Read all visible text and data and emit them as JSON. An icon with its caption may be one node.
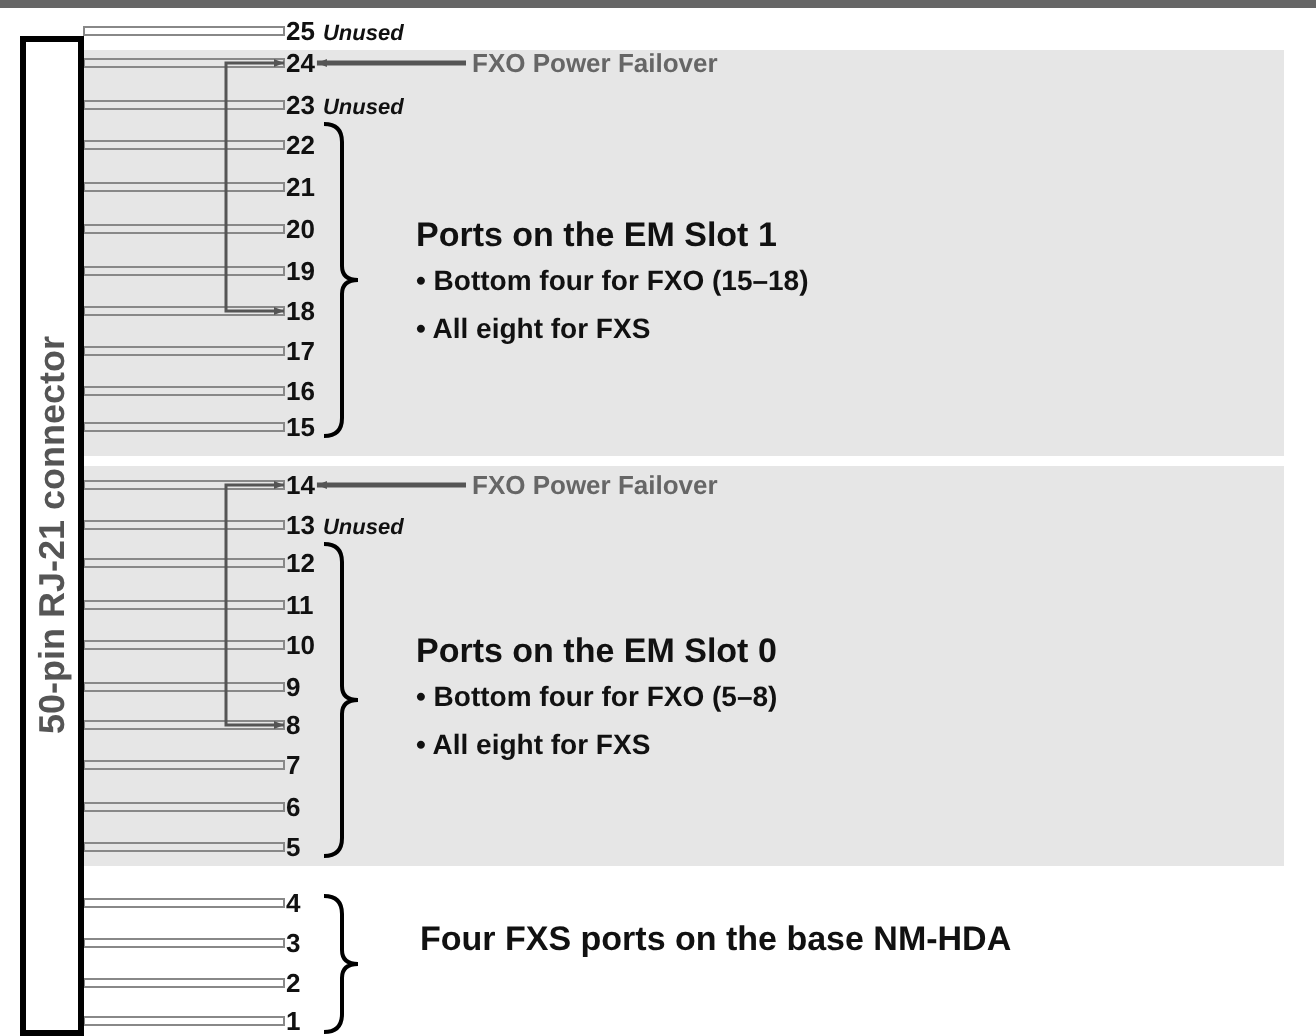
{
  "diagram": {
    "nodes": [
      {
        "text": [
          "50-pin RJ-21 connector"
        ]
      },
      {
        "text": [
          "25"
        ],
        "beside": [
          "Unused"
        ]
      },
      {
        "text": [
          "Ports on the EM Slot 1",
          "• Bottom four for FXO (15–18)",
          "• All eight for FXS"
        ]
      },
      {
        "text": [
          "24"
        ],
        "in": 2
      },
      {
        "text": [
          "FXO Power Failover"
        ],
        "in": 2
      },
      {
        "text": [
          "23"
        ],
        "beside": [
          "Unused"
        ],
        "in": 2
      },
      {
        "text": [
          "22"
        ],
        "in": 2
      },
      {
        "text": [
          "21"
        ],
        "in": 2
      },
      {
        "text": [
          "20"
        ],
        "in": 2
      },
      {
        "text": [
          "19"
        ],
        "in": 2
      },
      {
        "text": [
          "18"
        ],
        "in": 2
      },
      {
        "text": [
          "17"
        ],
        "in": 2
      },
      {
        "text": [
          "16"
        ],
        "in": 2
      },
      {
        "text": [
          "15"
        ],
        "in": 2
      },
      {
        "text": [
          "Ports on the EM Slot 0",
          "• Bottom four for FXO (5–8)",
          "• All eight for FXS"
        ]
      },
      {
        "text": [
          "14"
        ],
        "in": 14
      },
      {
        "text": [
          "FXO Power Failover"
        ],
        "in": 14
      },
      {
        "text": [
          "13"
        ],
        "beside": [
          "Unused"
        ],
        "in": 14
      },
      {
        "text": [
          "12"
        ],
        "in": 14
      },
      {
        "text": [
          "11"
        ],
        "in": 14
      },
      {
        "text": [
          "10"
        ],
        "in": 14
      },
      {
        "text": [
          "9"
        ],
        "in": 14
      },
      {
        "text": [
          "8"
        ],
        "in": 14
      },
      {
        "text": [
          "7"
        ],
        "in": 14
      },
      {
        "text": [
          "6"
        ],
        "in": 14
      },
      {
        "text": [
          "5"
        ],
        "in": 14
      },
      {
        "text": [
          "4"
        ]
      },
      {
        "text": [
          "3"
        ]
      },
      {
        "text": [
          "2"
        ]
      },
      {
        "text": [
          "1"
        ]
      }
    ],
    "edges": [
      {
        "from": 0,
        "to": 1,
        "arrow": "none"
      },
      {
        "from": 0,
        "to": 3,
        "arrow": "none"
      },
      {
        "from": 0,
        "to": 5,
        "arrow": "none"
      },
      {
        "from": 0,
        "to": 6,
        "arrow": "none"
      },
      {
        "from": 0,
        "to": 7,
        "arrow": "none"
      },
      {
        "from": 0,
        "to": 8,
        "arrow": "none"
      },
      {
        "from": 0,
        "to": 9,
        "arrow": "none"
      },
      {
        "from": 0,
        "to": 10,
        "arrow": "none"
      },
      {
        "from": 0,
        "to": 11,
        "arrow": "none"
      },
      {
        "from": 0,
        "to": 12,
        "arrow": "none"
      },
      {
        "from": 0,
        "to": 13,
        "arrow": "none"
      },
      {
        "from": 0,
        "to": 15,
        "arrow": "none"
      },
      {
        "from": 0,
        "to": 17,
        "arrow": "none"
      },
      {
        "from": 0,
        "to": 18,
        "arrow": "none"
      },
      {
        "from": 0,
        "to": 19,
        "arrow": "none"
      },
      {
        "from": 0,
        "to": 20,
        "arrow": "none"
      },
      {
        "from": 0,
        "to": 21,
        "arrow": "none"
      },
      {
        "from": 0,
        "to": 22,
        "arrow": "none"
      },
      {
        "from": 0,
        "to": 23,
        "arrow": "none"
      },
      {
        "from": 0,
        "to": 24,
        "arrow": "none"
      },
      {
        "from": 0,
        "to": 25,
        "arrow": "none"
      },
      {
        "from": 0,
        "to": 26,
        "arrow": "none"
      },
      {
        "from": 0,
        "to": 27,
        "arrow": "none"
      },
      {
        "from": 0,
        "to": 28,
        "arrow": "none"
      },
      {
        "from": 0,
        "to": 29,
        "arrow": "none"
      },
      {
        "from": 4,
        "to": 3,
        "arrow": "to",
        "style": "thick",
        "color": "#555555"
      },
      {
        "from": 3,
        "to": 10,
        "arrow": "both",
        "color": "#555555"
      },
      {
        "from": 16,
        "to": 15,
        "arrow": "to",
        "style": "thick",
        "color": "#555555"
      },
      {
        "from": 15,
        "to": 22,
        "arrow": "both",
        "color": "#555555"
      }
    ],
    "labels": [
      "Four FXS ports on the base NM-HDA"
    ]
  }
}
